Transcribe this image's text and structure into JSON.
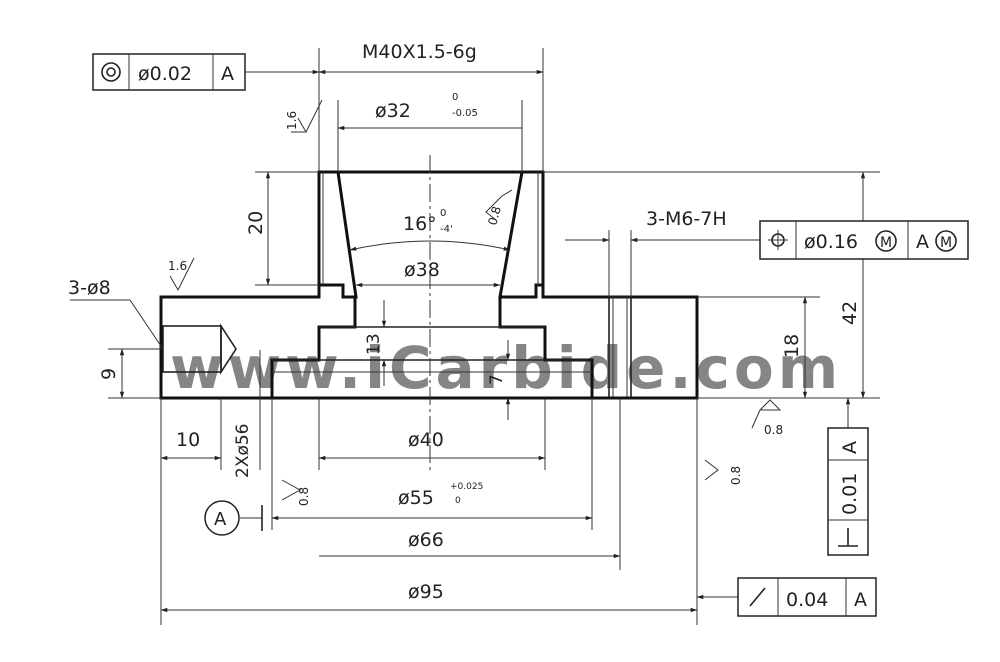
{
  "watermark": "www.iCarbide.com",
  "dimensions": {
    "thread_top": "M40X1.5-6g",
    "dia32": "ø32",
    "dia32_tol_upper": "0",
    "dia32_tol_lower": "-0.05",
    "angle": "16°",
    "angle_tol_upper": "0",
    "angle_tol_lower": "-4'",
    "dia38": "ø38",
    "dia40": "ø40",
    "dia55": "ø55",
    "dia55_tol_upper": "+0.025",
    "dia55_tol_lower": "0",
    "dia66": "ø66",
    "dia95": "ø95",
    "height20": "20",
    "height9": "9",
    "height13": "13",
    "height7": "7",
    "height18": "18",
    "height42": "42",
    "width10": "10",
    "holes_side": "3-ø8",
    "holes_thread": "3-M6-7H",
    "groove": "2Xø56"
  },
  "roughness": {
    "r1": "1.6",
    "r2": "1.6",
    "r3": "0.8",
    "r4": "0.8",
    "r5": "0.8",
    "r6": "0.8"
  },
  "datum": {
    "label": "A"
  },
  "tolerance_frames": [
    {
      "symbol": "concentricity",
      "value": "ø0.02",
      "datum": "A"
    },
    {
      "symbol": "position",
      "value": "ø0.16",
      "modifier": "M",
      "datum": "A",
      "datum_modifier": "M"
    },
    {
      "symbol": "perpendicularity",
      "value": "0.01",
      "datum": "A"
    },
    {
      "symbol": "runout",
      "value": "0.04",
      "datum": "A"
    }
  ]
}
